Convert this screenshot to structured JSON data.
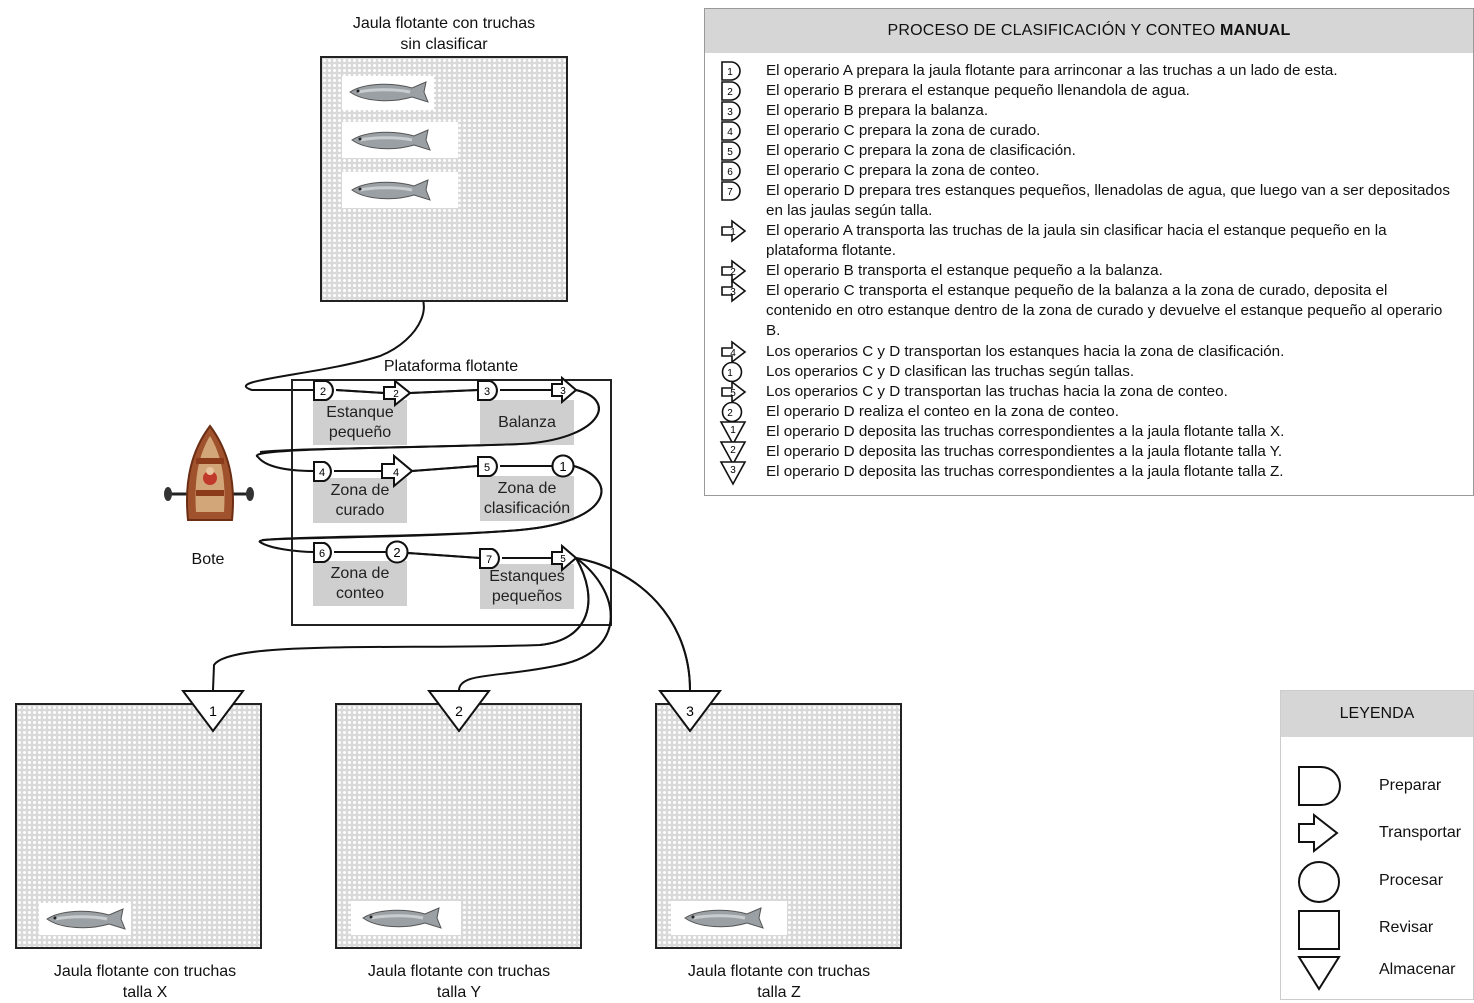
{
  "source_cage": {
    "caption_line1": "Jaula flotante con truchas",
    "caption_line2": "sin clasificar"
  },
  "platform": {
    "caption": "Plataforma flotante"
  },
  "zones": {
    "estanque": {
      "line1": "Estanque",
      "line2": "pequeño"
    },
    "balanza": {
      "line1": "Balanza"
    },
    "curado": {
      "line1": "Zona de",
      "line2": "curado"
    },
    "clasificacion": {
      "line1": "Zona de",
      "line2": "clasificación"
    },
    "conteo": {
      "line1": "Zona de",
      "line2": "conteo"
    },
    "estanques": {
      "line1": "Estanques",
      "line2": "pequeños"
    }
  },
  "boat": {
    "label": "Bote"
  },
  "target_cages": [
    {
      "line1": "Jaula flotante con truchas",
      "line2": "talla X",
      "marker": "1"
    },
    {
      "line1": "Jaula flotante con truchas",
      "line2": "talla Y",
      "marker": "2"
    },
    {
      "line1": "Jaula flotante con truchas",
      "line2": "talla Z",
      "marker": "3"
    }
  ],
  "process": {
    "title_prefix": "PROCESO DE CLASIFICACIÓN Y CONTEO ",
    "title_bold": "MANUAL",
    "steps": [
      {
        "symbol": "prepare",
        "num": "1",
        "text": "El operario A prepara la jaula flotante para arrinconar a las truchas a un lado de esta."
      },
      {
        "symbol": "prepare",
        "num": "2",
        "text": "El operario B prerara el estanque pequeño llenandola de agua."
      },
      {
        "symbol": "prepare",
        "num": "3",
        "text": "El operario B prepara la balanza."
      },
      {
        "symbol": "prepare",
        "num": "4",
        "text": "El operario C prepara la zona de curado."
      },
      {
        "symbol": "prepare",
        "num": "5",
        "text": "El operario C prepara la zona de clasificación."
      },
      {
        "symbol": "prepare",
        "num": "6",
        "text": "El operario C prepara la zona de conteo."
      },
      {
        "symbol": "prepare",
        "num": "7",
        "text": "El operario D prepara tres estanques pequeños, llenadolas de agua, que luego van a ser depositados en las jaulas según talla."
      },
      {
        "symbol": "transport",
        "num": "1",
        "text": "El operario A transporta las truchas de la jaula sin clasificar hacia el estanque pequeño en la plataforma flotante."
      },
      {
        "symbol": "transport",
        "num": "2",
        "text": "El operario B transporta el estanque pequeño a la balanza."
      },
      {
        "symbol": "transport",
        "num": "3",
        "text": "El operario C transporta el estanque pequeño de la balanza a la zona de curado, deposita el contenido en otro estanque dentro de la zona de curado y devuelve el estanque pequeño al operario B."
      },
      {
        "symbol": "transport",
        "num": "4",
        "text": "Los operarios C y D transportan los estanques hacia la zona de clasificación."
      },
      {
        "symbol": "process",
        "num": "1",
        "text": "Los operarios C y D clasifican las truchas según tallas."
      },
      {
        "symbol": "transport",
        "num": "5",
        "text": "Los operarios C y D transportan las truchas hacia la zona de conteo."
      },
      {
        "symbol": "process",
        "num": "2",
        "text": "El operario D realiza el conteo en la zona de conteo."
      },
      {
        "symbol": "store",
        "num": "1",
        "text": "El operario D deposita las truchas correspondientes a la jaula flotante talla X."
      },
      {
        "symbol": "store",
        "num": "2",
        "text": "El operario D deposita las truchas correspondientes a la jaula flotante talla Y."
      },
      {
        "symbol": "store",
        "num": "3",
        "text": "El operario D deposita las truchas correspondientes a la jaula flotante talla Z."
      }
    ]
  },
  "legend": {
    "title": "LEYENDA",
    "items": [
      {
        "symbol": "prepare",
        "label": "Preparar"
      },
      {
        "symbol": "transport",
        "label": "Transportar"
      },
      {
        "symbol": "process",
        "label": "Procesar"
      },
      {
        "symbol": "inspect",
        "label": "Revisar"
      },
      {
        "symbol": "store",
        "label": "Almacenar"
      }
    ]
  },
  "flow_markers": {
    "p1": "1",
    "t1": "1",
    "p2": "2",
    "t2": "2",
    "p3": "3",
    "t3": "3",
    "p4": "4",
    "t4": "4",
    "p5": "5",
    "o1": "1",
    "p6": "6",
    "o2": "2",
    "p7": "7",
    "t5": "5"
  }
}
